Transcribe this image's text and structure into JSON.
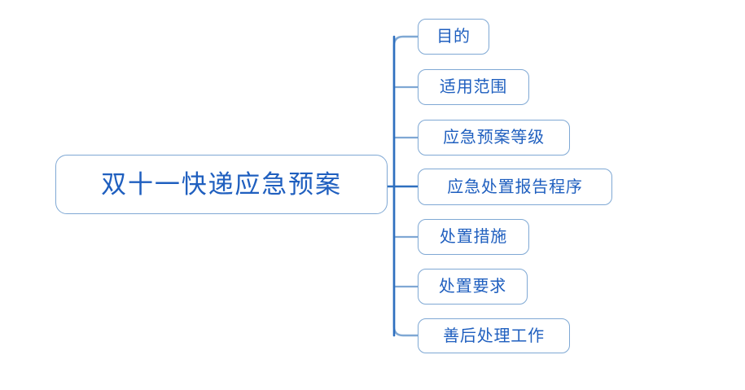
{
  "diagram": {
    "type": "mind-map",
    "orientation": "left-root-right-children",
    "background_color": "#ffffff",
    "node_border_color": "#7fa8d4",
    "node_fill_color": "#ffffff",
    "text_color": "#1f5fbf",
    "connector_color": "#7fa8d4",
    "connector_trunk_color": "#2e6fbf",
    "root": {
      "label": "双十一快递应急预案"
    },
    "children": [
      {
        "label": "目的"
      },
      {
        "label": "适用范围"
      },
      {
        "label": "应急预案等级"
      },
      {
        "label": "应急处置报告程序"
      },
      {
        "label": "处置措施"
      },
      {
        "label": "处置要求"
      },
      {
        "label": "善后处理工作"
      }
    ]
  }
}
